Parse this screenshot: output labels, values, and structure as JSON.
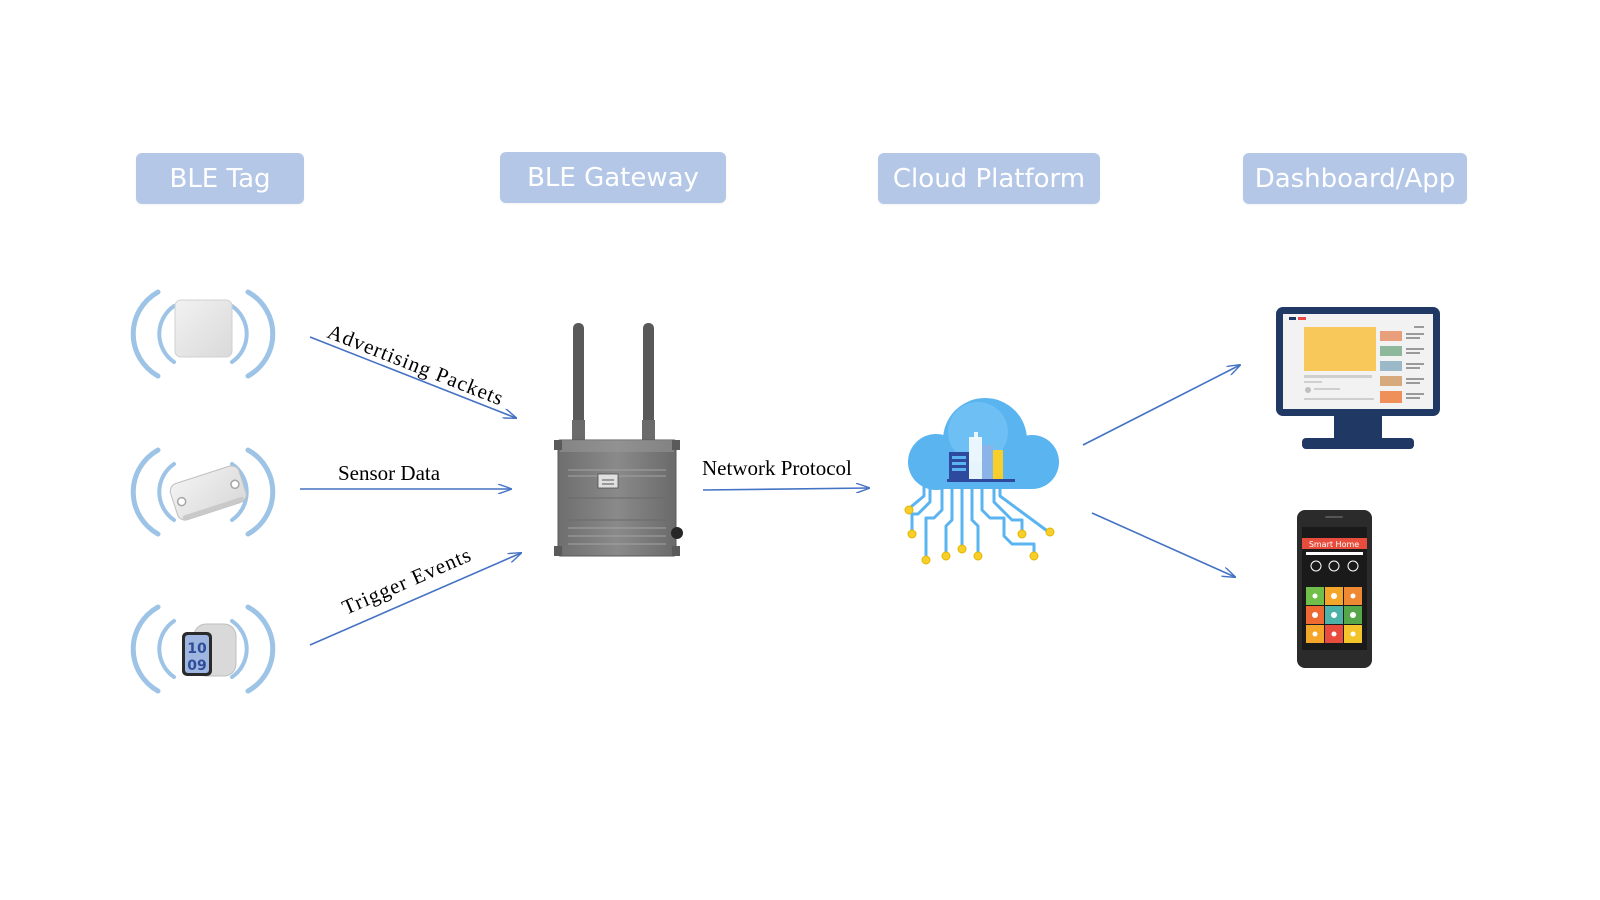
{
  "headers": {
    "tag": "BLE Tag",
    "gateway": "BLE Gateway",
    "cloud": "Cloud Platform",
    "dashboard": "Dashboard/App"
  },
  "edges": {
    "advertising": "Advertising Packets",
    "sensor": "Sensor Data",
    "trigger": "Trigger Events",
    "network": "Network Protocol"
  },
  "phone": {
    "title": "Smart Home"
  },
  "watch": {
    "hours": "10",
    "minutes": "09"
  },
  "colors": {
    "header_bg": "#b4c7e7",
    "header_text": "#ffffff",
    "arrow": "#4472c4",
    "wave": "#9dc3e6",
    "cloud": "#5ab4f0",
    "monitor": "#1f3864",
    "gateway": "#7f7f7f"
  }
}
